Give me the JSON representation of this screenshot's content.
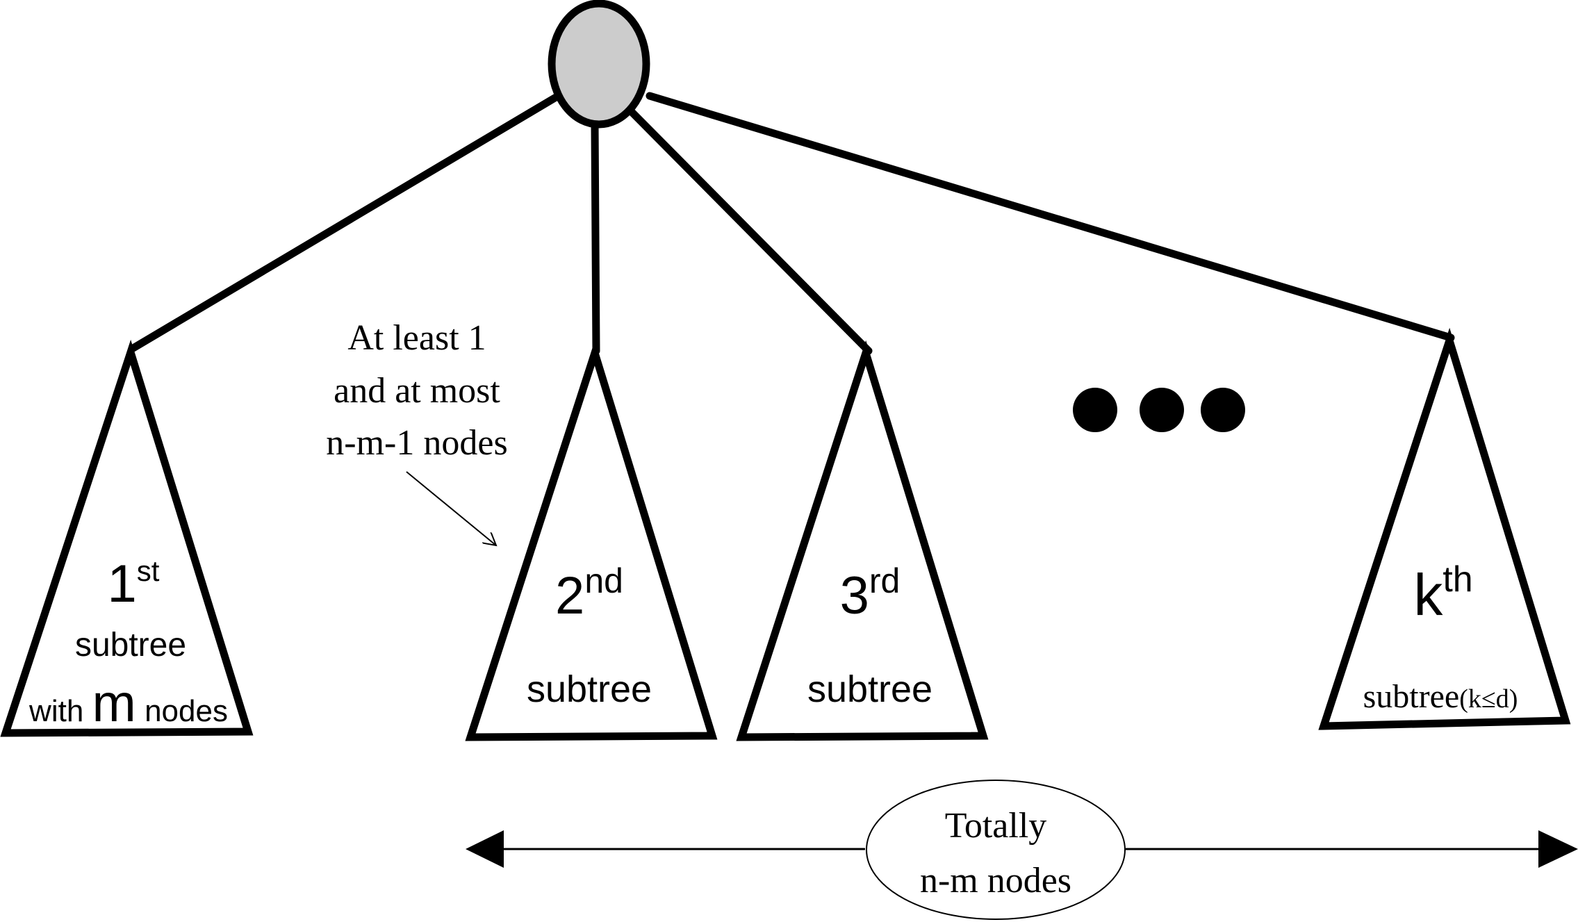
{
  "colors": {
    "stroke": "#000000",
    "root_fill": "#cccccc",
    "background": "#ffffff"
  },
  "root_node": {
    "label": ""
  },
  "subtrees": [
    {
      "ordinal_number": "1",
      "ordinal_suffix": "st",
      "word": "subtree",
      "extra_prefix": "with ",
      "extra_var": "m",
      "extra_suffix": " nodes"
    },
    {
      "ordinal_number": "2",
      "ordinal_suffix": "nd",
      "word": "subtree"
    },
    {
      "ordinal_number": "3",
      "ordinal_suffix": "rd",
      "word": "subtree"
    },
    {
      "ordinal_number": "k",
      "ordinal_suffix": "th",
      "word": "subtree",
      "condition": "(k≤d)"
    }
  ],
  "ellipsis_icon": "three-dots",
  "annotation": {
    "lines": [
      "At least 1",
      "and at most",
      "n-m-1 nodes"
    ]
  },
  "total": {
    "lines": [
      "Totally",
      "n-m nodes"
    ]
  }
}
